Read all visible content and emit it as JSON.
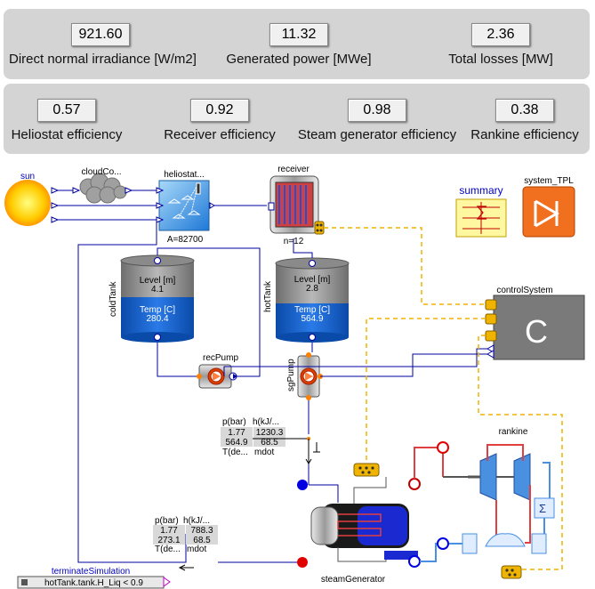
{
  "kpis_top": [
    {
      "value": "921.60",
      "label": "Direct normal irradiance [W/m2]"
    },
    {
      "value": "11.32",
      "label": "Generated power [MWe]"
    },
    {
      "value": "2.36",
      "label": "Total losses [MW]"
    }
  ],
  "kpis_bottom": [
    {
      "value": "0.57",
      "label": "Heliostat efficiency"
    },
    {
      "value": "0.92",
      "label": "Receiver efficiency"
    },
    {
      "value": "0.98",
      "label": "Steam generator efficiency"
    },
    {
      "value": "0.38",
      "label": "Rankine efficiency"
    }
  ],
  "diagram": {
    "sun_label": "sun",
    "cloud_label": "cloudCo...",
    "heliostat_label": "heliostat...",
    "heliostat_area": "A=82700",
    "receiver_label": "receiver",
    "receiver_n": "n=12",
    "summary_label": "summary",
    "system_label": "system_TPL",
    "cold_tank": {
      "name": "coldTank",
      "level_label": "Level [m]",
      "level": "4.1",
      "temp_label": "Temp [C]",
      "temp": "280.4",
      "level_fill": 0.38
    },
    "hot_tank": {
      "name": "hotTank",
      "level_label": "Level [m]",
      "level": "2.8",
      "temp_label": "Temp [C]",
      "temp": "564.9",
      "level_fill": 0.55
    },
    "rec_pump_label": "recPump",
    "sg_pump_label": "sgPump",
    "control_label": "controlSystem",
    "control_letter": "C",
    "rankine_label": "rankine",
    "steam_gen_label": "steamGenerator",
    "sensor1": {
      "h_p": "p(bar)",
      "h_h": "h(kJ/...",
      "p": "1.77",
      "h": "1230.3",
      "t": "564.9",
      "m": "68.5",
      "f_t": "T(de...",
      "f_m": "mdot"
    },
    "sensor2": {
      "h_p": "p(bar)",
      "h_h": "h(kJ/...",
      "p": "1.77",
      "h": "788.3",
      "t": "273.1",
      "m": "68.5",
      "f_t": "T(de...",
      "f_m": "mdot"
    },
    "terminate_label": "terminateSimulation",
    "terminate_condition": "hotTank.tank.H_Liq < 0.9"
  },
  "colors": {
    "panel": "#d4d4d4",
    "fluid": "#1060c8",
    "gold": "#f0b400",
    "pipe_red": "#e04040",
    "pipe_blue": "#3060e0",
    "control_grey": "#7a7a7a"
  }
}
